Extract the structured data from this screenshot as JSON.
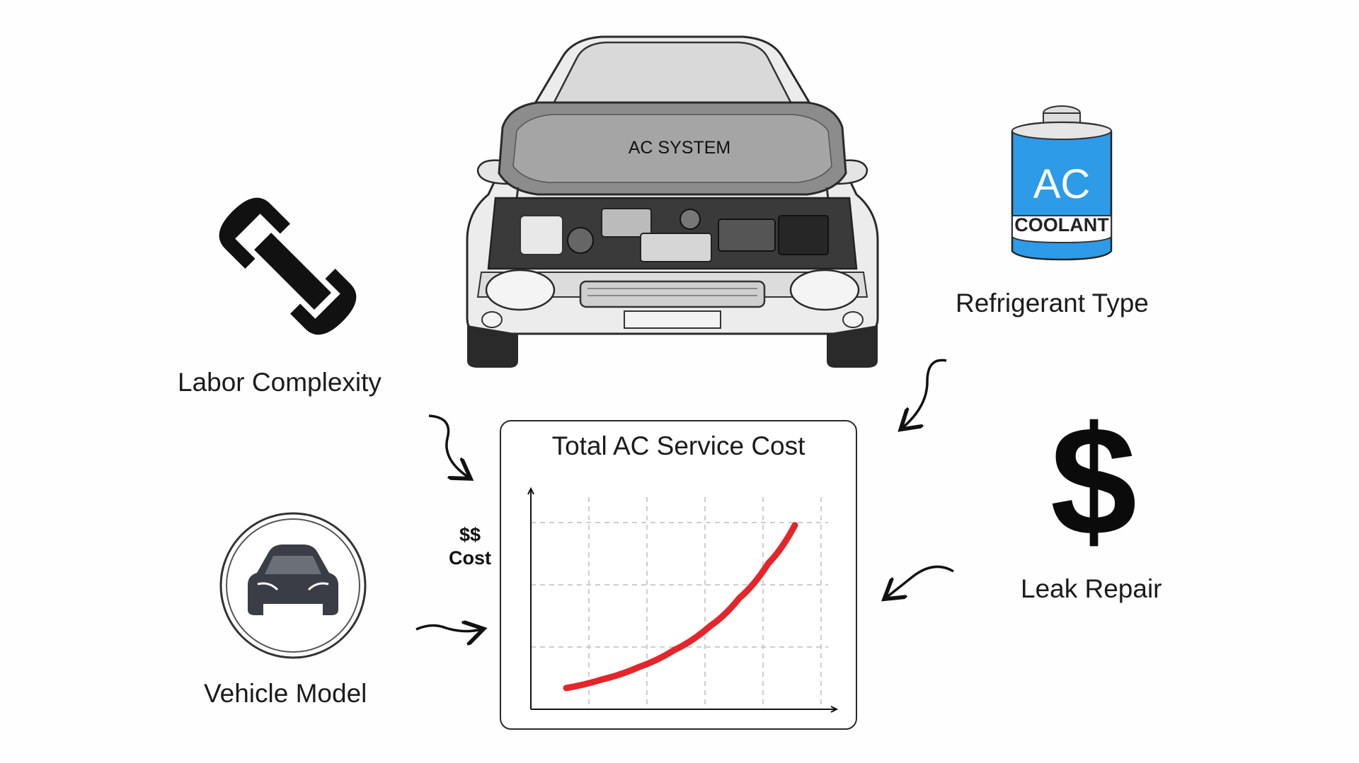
{
  "car": {
    "hood_text": "AC SYSTEM"
  },
  "factors": {
    "labor": "Labor Complexity",
    "refrigerant": "Refrigerant Type",
    "vehicle": "Vehicle Model",
    "leak": "Leak Repair"
  },
  "can": {
    "big_text": "AC",
    "small_text": "COOLANT",
    "color": "#2d9be8"
  },
  "dollar_sign": "$",
  "chart_data": {
    "type": "line",
    "title": "Total AC Service Cost",
    "ylabel_line1": "$$",
    "ylabel_line2": "Cost",
    "xlabel": "",
    "grid": true,
    "series": [
      {
        "color": "#e3262b",
        "values": [
          [
            0,
            0
          ],
          [
            0.15,
            0.05
          ],
          [
            0.3,
            0.12
          ],
          [
            0.45,
            0.22
          ],
          [
            0.6,
            0.36
          ],
          [
            0.72,
            0.52
          ],
          [
            0.84,
            0.72
          ],
          [
            0.95,
            0.94
          ]
        ]
      }
    ],
    "xlim": [
      0,
      1
    ],
    "ylim": [
      0,
      1
    ]
  }
}
